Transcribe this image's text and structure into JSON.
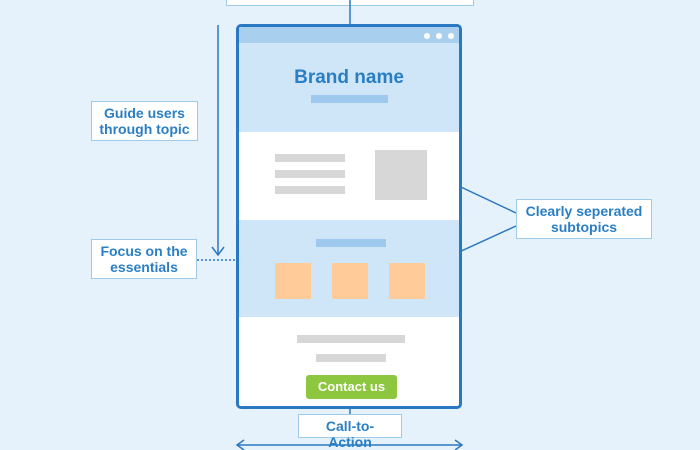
{
  "colors": {
    "accent": "#2a7fc4",
    "frame": "#2b78c2",
    "section_fill": "#cfe5f8",
    "placeholder_gray": "#d7d7d7",
    "placeholder_orange": "#ffcc99",
    "cta_green": "#8dc63f"
  },
  "mockup": {
    "brand_name": "Brand name",
    "cta_label": "Contact us"
  },
  "callouts": {
    "guide": [
      "Guide users",
      "through topic"
    ],
    "focus": [
      "Focus on the",
      "essentials"
    ],
    "separated": [
      "Clearly seperated",
      "subtopics"
    ],
    "cta": "Call-to-Action"
  }
}
